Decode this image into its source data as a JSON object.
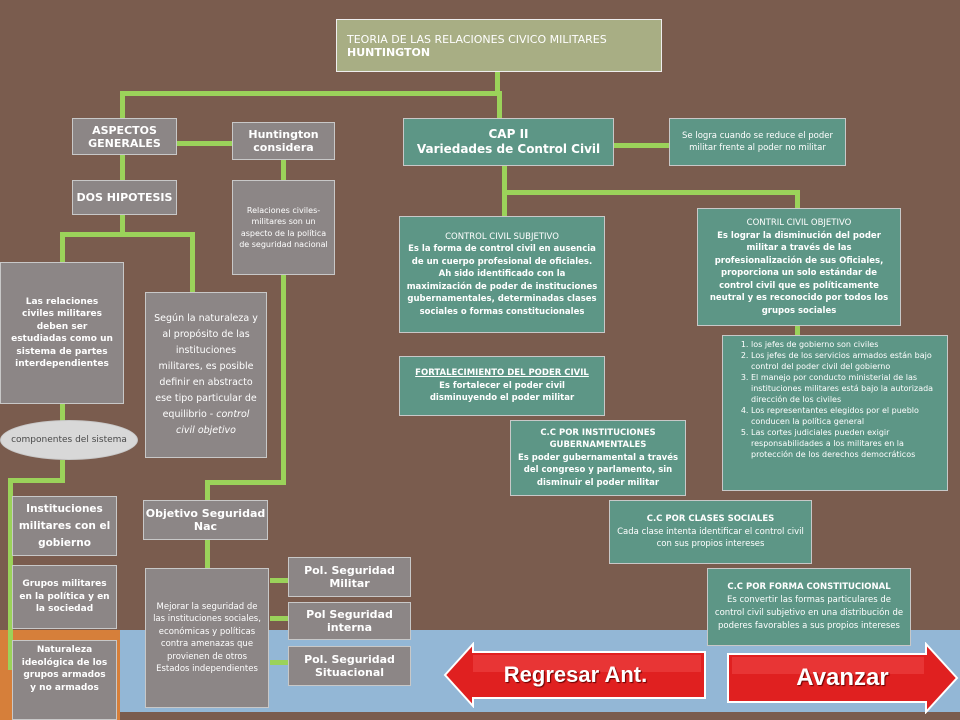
{
  "title": {
    "line1": "TEORIA DE LAS RELACIONES CIVICO MILITARES",
    "line2": "HUNTINGTON"
  },
  "aspectos": "ASPECTOS GENERALES",
  "huntington": "Huntington considera",
  "relaciones": "Relaciones civiles-militares son un aspecto de la política de seguridad nacional",
  "hipotesis": "DOS HIPOTESIS",
  "hip1": "Las relaciones civiles militares deben ser estudiadas como un sistema de partes interdependientes",
  "hip2": "Según la naturaleza y al propósito de las instituciones militares, es posible definir en abstracto ese tipo particular de equilibrio -",
  "hip2_em": "control civil objetivo",
  "componentes": "componentes del sistema",
  "comp1": "Instituciones militares con el gobierno",
  "comp2": "Grupos militares en la política y en la sociedad",
  "comp3": "Naturaleza ideológica de los grupos armados y no armados",
  "objetivo": "Objetivo Seguridad Nac",
  "mejorar": "Mejorar la seguridad de las instituciones sociales, económicas y políticas contra amenazas que provienen de otros Estados independientes",
  "pol1": "Pol. Seguridad Militar",
  "pol2": "Pol Seguridad interna",
  "pol3": "Pol. Seguridad Situacional",
  "cap": {
    "line1": "CAP II",
    "line2": "Variedades de Control Civil"
  },
  "se_logra": "Se logra cuando se reduce el poder militar frente al poder no militar",
  "subjetivo": {
    "title": "CONTROL CIVIL SUBJETIVO",
    "body": "Es la forma de control civil en ausencia de un cuerpo profesional de oficiales. Ah sido identificado con la maximización de poder de instituciones gubernamentales, determinadas clases sociales o formas constitucionales"
  },
  "objetivo_cc": {
    "title": "CONTRIL CIVIL OBJETIVO",
    "body": "Es lograr la disminución del poder militar a través de las profesionalización de sus Oficiales, proporciona un solo estándar de control civil que es políticamente neutral y es reconocido por todos los grupos sociales"
  },
  "fortalecimiento": {
    "title": "FORTALECIMIENTO DEL PODER CIVIL",
    "body": "Es fortalecer el poder civil disminuyendo el poder militar"
  },
  "cc_instituciones": {
    "title": "C.C POR INSTITUCIONES GUBERNAMENTALES",
    "body": "Es poder gubernamental a través del congreso y parlamento, sin disminuir el poder militar"
  },
  "cc_clases": {
    "title": "C.C POR CLASES SOCIALES",
    "body": "Cada clase intenta identificar el control civil con sus propios intereses"
  },
  "cc_forma": {
    "title": "C.C POR FORMA CONSTITUCIONAL",
    "body": "Es convertir las formas particulares de control civil subjetivo en una distribución de poderes favorables a sus propios intereses"
  },
  "list": [
    "los jefes de gobierno son civiles",
    "Los jefes de los servicios armados están bajo control del poder civil del gobierno",
    "El manejo por conducto ministerial de las instituciones militares está bajo la autorizada dirección de los civiles",
    "Los representantes elegidos por el pueblo conducen la política general",
    "Las cortes judiciales pueden exigir responsabilidades a los militares en la protección de los derechos democráticos"
  ],
  "nav": {
    "back": "Regresar Ant.",
    "next": "Avanzar"
  },
  "colors": {
    "connector": "#9bd25a",
    "box_teal": "#5d9686",
    "box_grey": "#8c8686",
    "nav_red": "#e02020"
  }
}
